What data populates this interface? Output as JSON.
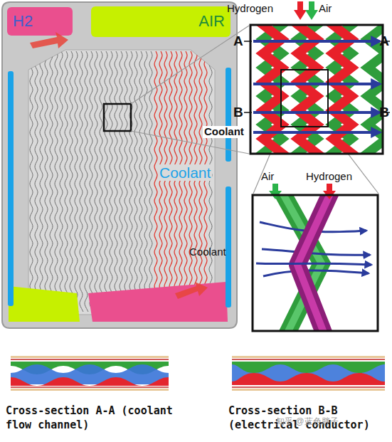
{
  "diagram": {
    "nodes": [
      {
        "text": [
          "H2"
        ]
      },
      {
        "text": [
          "AIR"
        ]
      }
    ],
    "labels": [
      "Coolant",
      "Hydrogen",
      "Air",
      "A",
      "A",
      "B",
      "B",
      "Coolant",
      "Air",
      "Hydrogen",
      "Coolant",
      "Cross-section A-A (coolant flow channel)",
      "Cross-section B-B (electrical conductor)",
      "知乎 @蓝色胖子"
    ]
  }
}
